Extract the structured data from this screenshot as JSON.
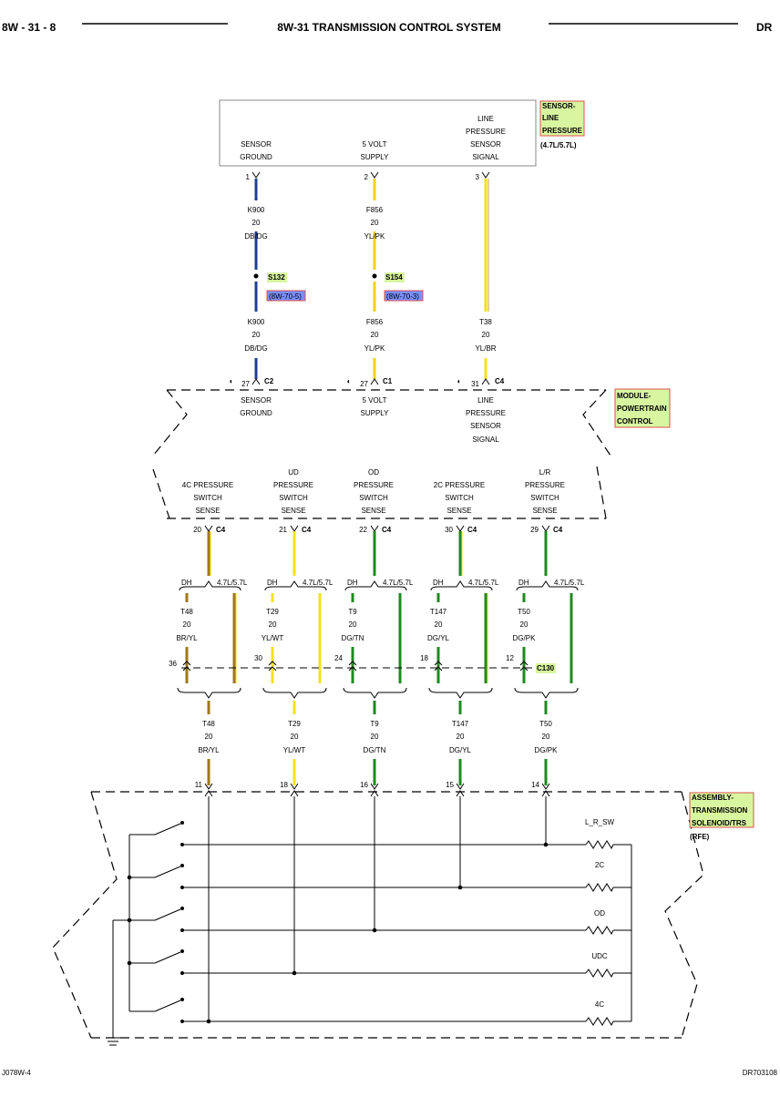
{
  "header": {
    "page_code": "8W - 31 - 8",
    "title": "8W-31 TRANSMISSION CONTROL SYSTEM",
    "section": "DR"
  },
  "footer": {
    "left": "J078W-4",
    "right": "DR703108"
  },
  "sensor_box": {
    "name": "SENSOR-LINE PRESSURE",
    "name_lines": [
      "SENSOR-",
      "LINE",
      "PRESSURE"
    ],
    "variant": "(4.7L/5.7L)",
    "pins": [
      {
        "label_lines": [
          "SENSOR",
          "GROUND"
        ],
        "pin": "1"
      },
      {
        "label_lines": [
          "5 VOLT",
          "SUPPLY"
        ],
        "pin": "2"
      },
      {
        "label_lines": [
          "LINE",
          "PRESSURE",
          "SENSOR",
          "SIGNAL"
        ],
        "pin": "3"
      }
    ]
  },
  "upper_wires": [
    {
      "circuit": "K900",
      "gauge": "20",
      "color": "DB/DG",
      "splice": "S132",
      "splice_ref": "(8W-70-5)",
      "stroke": "#1f3f8f",
      "tracer": "#8fb08f"
    },
    {
      "circuit": "F856",
      "gauge": "20",
      "color": "YL/PK",
      "splice": "S154",
      "splice_ref": "(8W-70-3)",
      "stroke": "#f2d21a",
      "tracer": "#e9a0b0"
    },
    {
      "circuit": "T38",
      "gauge": "20",
      "color": "YL/BR",
      "splice": "",
      "splice_ref": "",
      "stroke": "#f2e21a",
      "tracer": "#c8a040"
    }
  ],
  "lower_upper_wires": [
    {
      "circuit": "K900",
      "gauge": "20",
      "color": "DB/DG"
    },
    {
      "circuit": "F856",
      "gauge": "20",
      "color": "YL/PK"
    }
  ],
  "pcm": {
    "name": "MODULE-POWERTRAIN CONTROL",
    "name_lines": [
      "MODULE-",
      "POWERTRAIN",
      "CONTROL"
    ],
    "top_pins": [
      {
        "pin": "27",
        "connector": "C2",
        "label_lines": [
          "SENSOR",
          "GROUND"
        ]
      },
      {
        "pin": "27",
        "connector": "C1",
        "label_lines": [
          "5 VOLT",
          "SUPPLY"
        ]
      },
      {
        "pin": "31",
        "connector": "C4",
        "label_lines": [
          "LINE",
          "PRESSURE",
          "SENSOR",
          "SIGNAL"
        ]
      }
    ],
    "bottom_pins": [
      {
        "pin": "20",
        "connector": "C4",
        "label_lines": [
          "4C PRESSURE",
          "SWITCH",
          "SENSE"
        ]
      },
      {
        "pin": "21",
        "connector": "C4",
        "label_lines": [
          "UD",
          "PRESSURE",
          "SWITCH",
          "SENSE"
        ]
      },
      {
        "pin": "22",
        "connector": "C4",
        "label_lines": [
          "OD",
          "PRESSURE",
          "SWITCH",
          "SENSE"
        ]
      },
      {
        "pin": "30",
        "connector": "C4",
        "label_lines": [
          "2C PRESSURE",
          "SWITCH",
          "SENSE"
        ]
      },
      {
        "pin": "29",
        "connector": "C4",
        "label_lines": [
          "L/R",
          "PRESSURE",
          "SWITCH",
          "SENSE"
        ]
      }
    ]
  },
  "branch_labels": {
    "left": "DH",
    "right": "4.7L/5.7L"
  },
  "connector_c130": {
    "name": "C130",
    "pins": [
      "36",
      "30",
      "24",
      "18",
      "12"
    ]
  },
  "trans_wires": [
    {
      "circuit": "T48",
      "gauge": "20",
      "color": "BR/YL",
      "stroke": "#a07818",
      "tracer": "#f2e21a",
      "sol_pin": "11"
    },
    {
      "circuit": "T29",
      "gauge": "20",
      "color": "YL/WT",
      "stroke": "#f2e21a",
      "tracer": "#ffffff",
      "sol_pin": "18"
    },
    {
      "circuit": "T9",
      "gauge": "20",
      "color": "DG/TN",
      "stroke": "#1e8a1e",
      "tracer": "#d2b48c",
      "sol_pin": "16"
    },
    {
      "circuit": "T147",
      "gauge": "20",
      "color": "DG/YL",
      "stroke": "#1e8a1e",
      "tracer": "#f2e21a",
      "sol_pin": "15"
    },
    {
      "circuit": "T50",
      "gauge": "20",
      "color": "DG/PK",
      "stroke": "#1e8a1e",
      "tracer": "#e9a0b0",
      "sol_pin": "14"
    }
  ],
  "solenoid": {
    "name": "ASSEMBLY-TRANSMISSION SOLENOID/TRS",
    "name_lines": [
      "ASSEMBLY-",
      "TRANSMISSION",
      "SOLENOID/TRS"
    ],
    "variant": "(RFE)",
    "resistors": [
      "L_R_SW",
      "2C",
      "OD",
      "UDC",
      "4C"
    ]
  },
  "colors": {
    "component_label_bg": "#d8f5a0",
    "component_label_border": "#e05050",
    "splice_bg": "#d8f5a0",
    "ref_bg": "#7b8fff",
    "ref_border": "#e05050"
  }
}
